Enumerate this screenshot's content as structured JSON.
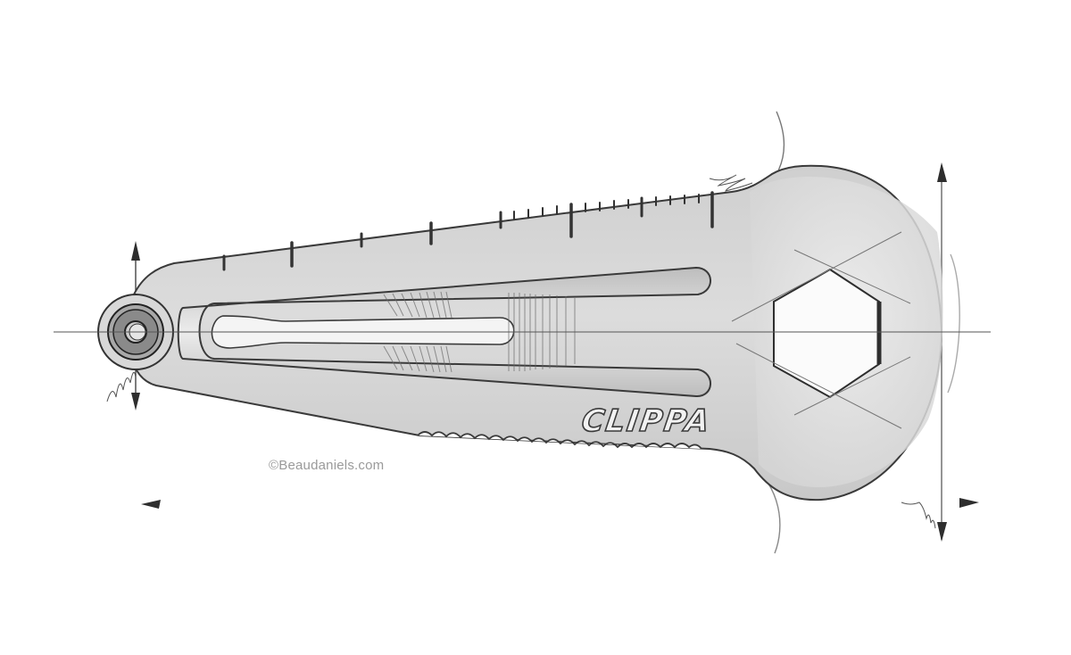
{
  "illustration": {
    "subject": "clip multi-tool technical sketch",
    "brand_label": "CLIPPA",
    "watermark": "©Beaudaniels.com",
    "colors": {
      "background": "#ffffff",
      "body_fill": "#d4d4d4",
      "body_fill_light": "#e8e8e8",
      "outline": "#3a3a3a",
      "construction_line": "#7a7a7a",
      "hex_fill": "#fbfbfb"
    },
    "features": {
      "ruler_ticks": "notched ruler along top edge",
      "hex_wrench": "hexagonal cut-out in head",
      "keyring_eye": "round eyelet at left tip",
      "serrated_edge": "scalloped lower edge",
      "clip_slot": "central elongated spring slot"
    },
    "construction_lines": {
      "horizontal_y": [
        187,
        372,
        563
      ],
      "vertical_x": [
        152,
        508,
        568,
        992,
        1055
      ]
    }
  }
}
